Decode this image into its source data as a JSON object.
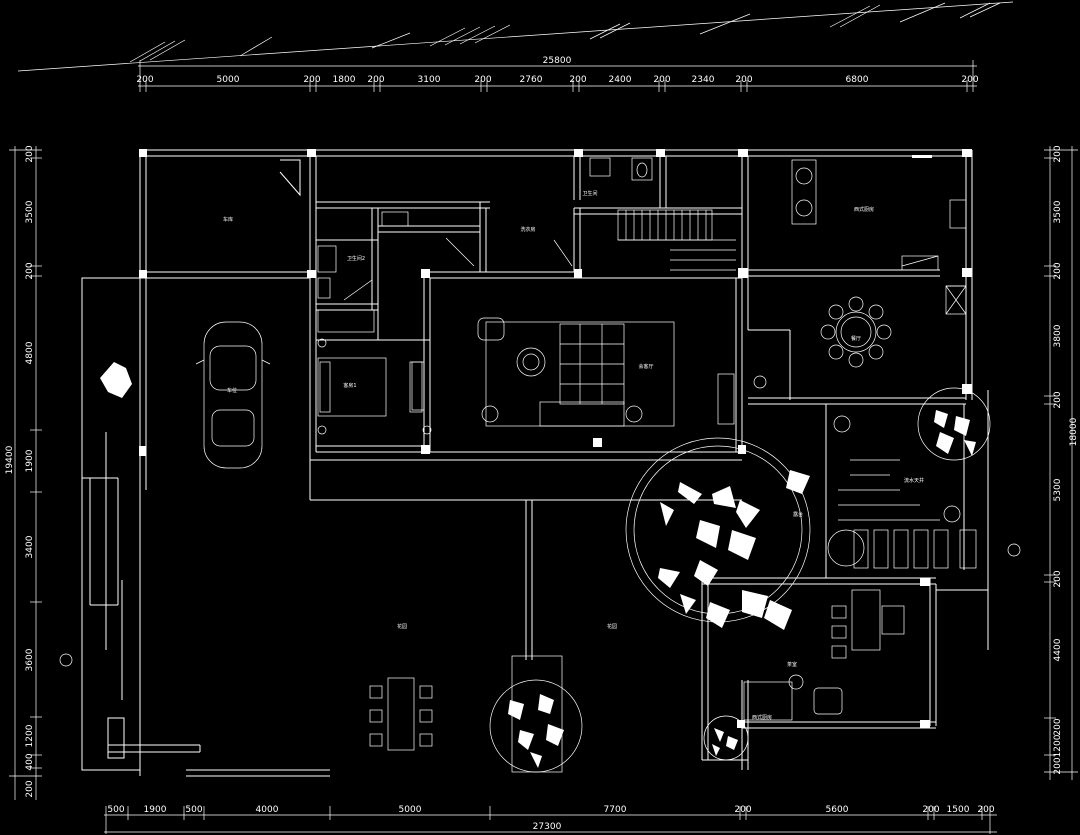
{
  "drawing": {
    "top_total": "25800",
    "bottom_total": "27300",
    "left_total": "19400",
    "right_total": "18000",
    "top_dims": [
      "200",
      "5000",
      "200",
      "1800",
      "200",
      "3100",
      "200",
      "2760",
      "200",
      "2400",
      "200",
      "2340",
      "200",
      "6800",
      "200"
    ],
    "bottom_dims": [
      "500",
      "1900",
      "500",
      "4000",
      "5000",
      "7700",
      "200",
      "5600",
      "200",
      "1500",
      "200"
    ],
    "left_dims": [
      "200",
      "3500",
      "200",
      "4800",
      "1900",
      "3400",
      "3600",
      "1200",
      "400",
      "200"
    ],
    "right_dims": [
      "200",
      "3500",
      "200",
      "3800",
      "200",
      "5300",
      "200",
      "4400",
      "200",
      "1200",
      "200"
    ]
  },
  "rooms": {
    "r1": "车库",
    "r2": "车位",
    "r3": "洗衣房",
    "r4": "卫生间",
    "r5": "卫生间2",
    "r6": "客房1",
    "r7": "会客厅",
    "r8": "西式厨房",
    "r9": "餐厅",
    "r10": "流水天井",
    "r11": "花园",
    "r12": "花园",
    "r13": "茶室",
    "r14": "西式厨房",
    "r15": "露台"
  }
}
